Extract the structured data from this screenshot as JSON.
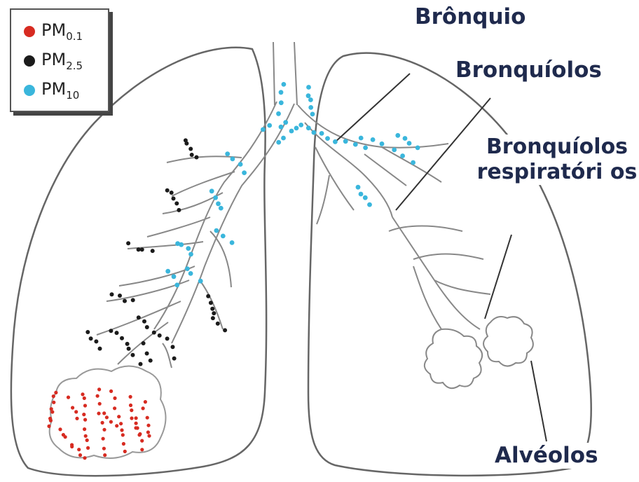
{
  "legend": {
    "items": [
      {
        "base": "PM",
        "sub": "0.1",
        "color": "#d72b21"
      },
      {
        "base": "PM",
        "sub": "2.5",
        "color": "#1b1b1b"
      },
      {
        "base": "PM",
        "sub": "10",
        "color": "#3ab6dc"
      }
    ]
  },
  "labels": {
    "bronquio": "Brônquio",
    "bronquiolos": "Bronquíolos",
    "bronquiolos_respiratorios": "Bronquíolos respiratóri os",
    "alveolos": "Alvéolos"
  },
  "colors": {
    "outline": "#666666",
    "label_text": "#1f2a4d",
    "pm01": "#d72b21",
    "pm25": "#1b1b1b",
    "pm10": "#3ab6dc"
  }
}
